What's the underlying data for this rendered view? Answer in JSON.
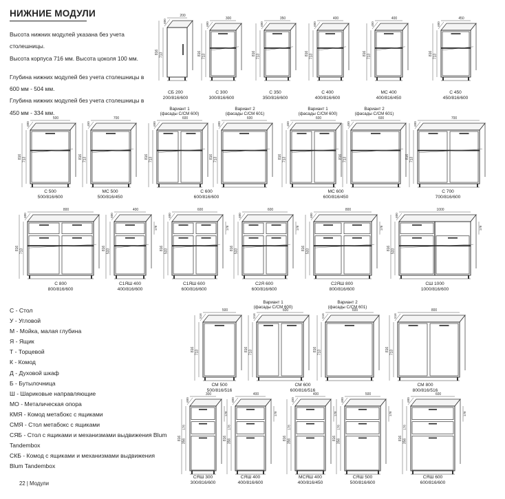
{
  "page_title": "НИЖНИЕ МОДУЛИ",
  "intro": [
    "Высота нижних модулей указана без учета столешницы.",
    "Высота корпуса 716 мм. Высота цоколя 100 мм.",
    "Глубина нижних модулей без учета столешницы в 600 мм - 504 мм.",
    "Глубина нижних модулей без учета столешницы в 450 мм - 334 мм."
  ],
  "legend": [
    "С - Стол",
    "У - Угловой",
    "М - Мойка, малая глубина",
    "Я - Ящик",
    "Т - Торцевой",
    "К - Комод",
    "Д - Духовой шкаф",
    "Б - Бутылочница",
    "Ш - Шариковые направляющие",
    "МО - Металическая опора",
    "КМЯ - Комод метабокс с ящиками",
    "СМЯ - Стол метабокс с ящиками",
    "СЯБ - Стол с ящиками и механизмами выдвижения Blum Tandembox",
    "СКБ - Комод с ящиками и механизмами выдвижения Blum Tandembox"
  ],
  "footer": "22 | Модули",
  "modules": [
    {
      "name": "СБ 200",
      "size": "200/816/600",
      "dims": [
        "200",
        "600",
        "816",
        "713"
      ],
      "variant": ""
    },
    {
      "name": "С 300",
      "size": "300/816/600",
      "dims": [
        "300",
        "600",
        "816",
        "713"
      ],
      "variant": ""
    },
    {
      "name": "С 350",
      "size": "350/816/600",
      "dims": [
        "350",
        "600",
        "816",
        "713"
      ],
      "variant": ""
    },
    {
      "name": "С 400",
      "size": "400/816/600",
      "dims": [
        "400",
        "600",
        "816",
        "713"
      ],
      "variant": ""
    },
    {
      "name": "МС 400",
      "size": "400/816/450",
      "dims": [
        "400",
        "450",
        "816",
        "713"
      ],
      "variant": ""
    },
    {
      "name": "С 450",
      "size": "450/816/600",
      "dims": [
        "450",
        "600",
        "816",
        "713"
      ],
      "variant": ""
    },
    {
      "name": "С 500",
      "size": "500/816/600",
      "dims": [
        "500",
        "600",
        "816",
        "713"
      ],
      "variant": ""
    },
    {
      "name": "МС 500",
      "size": "500/816/450",
      "dims": [
        "700",
        "450",
        "816",
        "713"
      ],
      "variant": ""
    },
    {
      "name": "С 600",
      "size": "600/816/600",
      "dims": [
        "600",
        "600",
        "816",
        "713"
      ],
      "variant": "Вариант 1 (фасады С/СМ 600)"
    },
    {
      "name": "",
      "size": "",
      "dims": [
        "600",
        "600",
        "816",
        "713"
      ],
      "variant": "Вариант 2 (фасады С/СМ 601)"
    },
    {
      "name": "МС 600",
      "size": "600/816/450",
      "dims": [
        "600",
        "450",
        "816",
        "713"
      ],
      "variant": "Вариант 1 (фасады С/СМ 600)"
    },
    {
      "name": "",
      "size": "",
      "dims": [
        "600",
        "450",
        "816",
        "713"
      ],
      "variant": "Вариант 2 (фасады С/СМ 601)"
    },
    {
      "name": "С 700",
      "size": "700/816/600",
      "dims": [
        "700",
        "600",
        "816",
        "713"
      ],
      "variant": ""
    },
    {
      "name": "С 800",
      "size": "800/816/600",
      "dims": [
        "800",
        "600",
        "816",
        "713"
      ],
      "variant": ""
    },
    {
      "name": "С1ЯШ 400",
      "size": "400/816/600",
      "dims": [
        "400",
        "600",
        "816",
        "533",
        "178"
      ],
      "variant": ""
    },
    {
      "name": "С1ЯШ 600",
      "size": "600/816/600",
      "dims": [
        "600",
        "600",
        "816",
        "533",
        "178"
      ],
      "variant": ""
    },
    {
      "name": "С2Я 600",
      "size": "600/816/600",
      "dims": [
        "600",
        "600",
        "816",
        "533",
        "178"
      ],
      "variant": ""
    },
    {
      "name": "С2ЯШ 800",
      "size": "800/816/600",
      "dims": [
        "800",
        "600",
        "816",
        "533",
        "178"
      ],
      "variant": ""
    },
    {
      "name": "СШ 1000",
      "size": "1000/816/600",
      "dims": [
        "1000",
        "600",
        "816",
        "533",
        "178"
      ],
      "variant": ""
    },
    {
      "name": "СМ 500",
      "size": "500/816/516",
      "dims": [
        "500",
        "516",
        "816",
        "713"
      ],
      "variant": ""
    },
    {
      "name": "СМ 600",
      "size": "600/816/516",
      "dims": [
        "600",
        "516",
        "816",
        "713"
      ],
      "variant": "Вариант 1 (фасады С/СМ 600)"
    },
    {
      "name": "",
      "size": "",
      "dims": [
        "600",
        "516",
        "816",
        "713"
      ],
      "variant": "Вариант 2 (фасады С/СМ 601)"
    },
    {
      "name": "СМ 800",
      "size": "800/816/516",
      "dims": [
        "800",
        "516",
        "816",
        "713"
      ],
      "variant": ""
    },
    {
      "name": "СЯШ 300",
      "size": "300/816/600",
      "dims": [
        "300",
        "600",
        "816",
        "356",
        "178",
        "178"
      ],
      "variant": ""
    },
    {
      "name": "СЯШ 400",
      "size": "400/816/600",
      "dims": [
        "400",
        "600",
        "816",
        "356",
        "178",
        "178"
      ],
      "variant": ""
    },
    {
      "name": "МСЯШ 400",
      "size": "400/816/450",
      "dims": [
        "400",
        "450",
        "816",
        "356",
        "178",
        "178"
      ],
      "variant": ""
    },
    {
      "name": "СЯШ 500",
      "size": "500/816/600",
      "dims": [
        "500",
        "600",
        "816",
        "356",
        "178",
        "178"
      ],
      "variant": ""
    },
    {
      "name": "СЯШ 600",
      "size": "600/816/600",
      "dims": [
        "600",
        "600",
        "816",
        "356",
        "178",
        "178"
      ],
      "variant": ""
    }
  ]
}
